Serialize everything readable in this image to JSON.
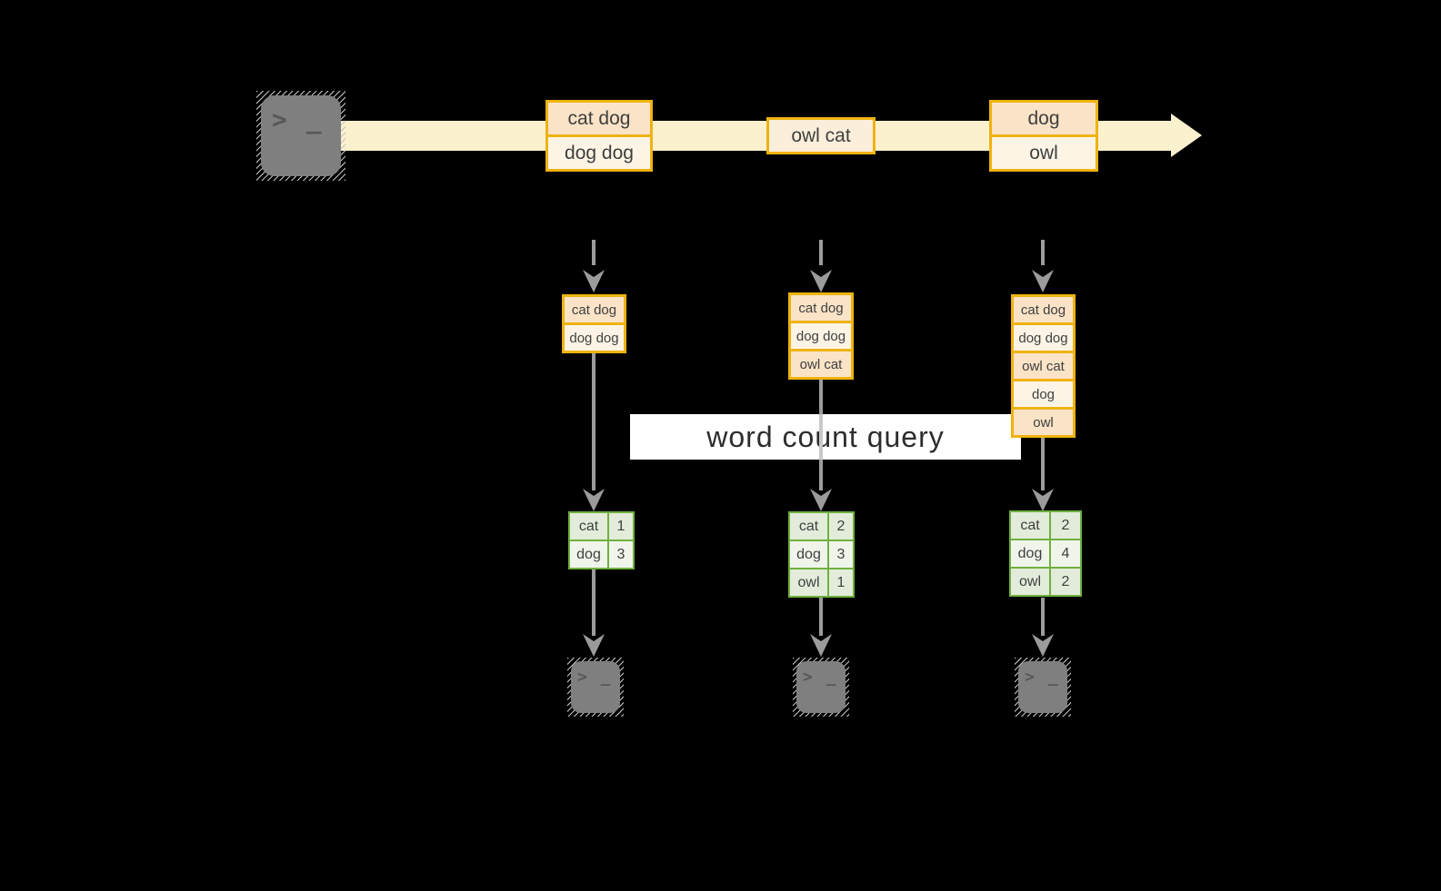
{
  "query": {
    "label": "word count query"
  },
  "stream": {
    "events": [
      {
        "rows": [
          "cat dog",
          "dog dog"
        ]
      },
      {
        "rows": [
          "owl cat"
        ]
      },
      {
        "rows": [
          "dog",
          "owl"
        ]
      }
    ]
  },
  "states": [
    {
      "rows": [
        "cat dog",
        "dog dog"
      ]
    },
    {
      "rows": [
        "cat dog",
        "dog dog",
        "owl cat"
      ]
    },
    {
      "rows": [
        "cat dog",
        "dog dog",
        "owl cat",
        "dog",
        "owl"
      ]
    }
  ],
  "results": [
    {
      "rows": [
        {
          "word": "cat",
          "count": "1"
        },
        {
          "word": "dog",
          "count": "3"
        }
      ]
    },
    {
      "rows": [
        {
          "word": "cat",
          "count": "2"
        },
        {
          "word": "dog",
          "count": "3"
        },
        {
          "word": "owl",
          "count": "1"
        }
      ]
    },
    {
      "rows": [
        {
          "word": "cat",
          "count": "2"
        },
        {
          "word": "dog",
          "count": "4"
        },
        {
          "word": "owl",
          "count": "2"
        }
      ]
    }
  ],
  "icons": {
    "terminal_glyph": "> _"
  },
  "colors": {
    "gold_border": "#EFB310",
    "peach_fill": "#FAE3C6",
    "cream_fill": "#FDF4E5",
    "stream_band": "#FBF1CF",
    "green_border": "#6FB03E",
    "green_fill_dark": "#E3ECDA",
    "green_fill_light": "#F0F5EC",
    "arrow_gray": "#9B9B9B",
    "terminal_gray": "#7F7F7F",
    "text": "#3F3F3F",
    "query_background": "#FFFFFF"
  }
}
